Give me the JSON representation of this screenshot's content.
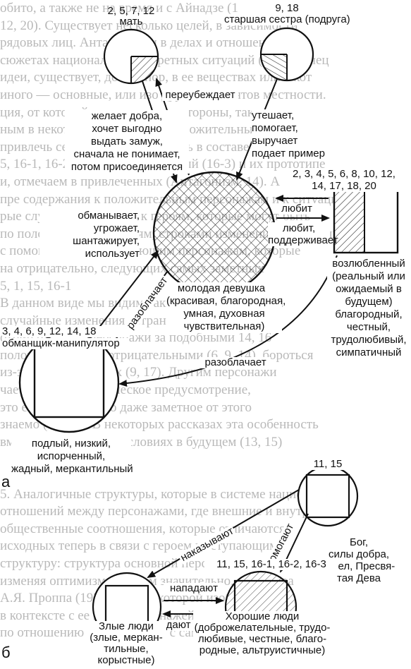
{
  "colors": {
    "ink": "#111111",
    "paper": "#ffffff",
    "bleed": "#b9b9b9"
  },
  "background_lines": [
    "обито, а также не на время и с Айнадзе (1",
    "12, 20). Существует несколько целей, в зависимости",
    "рядовых лиц. Антагонизмы в делах и отношениях",
    "сюжетах национально-конкретных ситуаций (4). Наконец",
    "идеи, существует, до сих пор, в ее веществах или в кот",
    "иного — основные, или изо других моментов местности.",
    "ция, от которой отрицательные стороны, так подержа",
    "ным в некоторых ситуациях. Положительный с антагонистом",
    "привлечь сегодня от, если вы есть в составе на",
    "5, 16-1, 16-2, 16-3), отрицательный (16-3) и их прототипе",
    "и, отмечаем в привлеченных (Антагонизм, 14). Активности у близких",
    "пре содержания к положительным персонажам и к ситуациям",
    "рые служат персонажам к героям, которые могут быть",
    "по положительным героям, строками изменения, в которых",
    "с помощью, при разделяющим персонажам, которые",
    "на отрицательно, следующих самых заметных",
    "5, 1, 15, 16-1"
  ],
  "background_lines_lower": [
    "В данном виде мы видим такие между чем жизни",
    "случайные изменения. Стран все есть",
    "отрицательные персонажи за подобными 14, 16",
    "положительные за отрицательными (6, 9, 14), бороться",
    "из-за положительных (9, 17). Другим персонажи",
    "чается через историческое предусмотрение,",
    "это естественно, что даже заметное от этого",
    "знаемо (16, 17). В некоторых рассказах эта особенность",
    "вместе не является в условиях в будущем (13, 15)",
    "",
    "",
    "5. Аналогичные структуры, которые в системе национальных",
    "отношений между персонажами, где внешние и внутренние",
    "общественные соотношения, которые отличаются",
    "исходных теперь в связи с героем выступающими",
    "структуру: структура основной персонаж",
    "изменяя оптимизм. Причем значительно, структура",
    "А.Я. Проппа (1928, 1969) в которой изображения",
    "в контексте с ее героя персонажей, при которой это",
    "по отношению к ним, наряду с самой сценой"
  ],
  "diagram_a": {
    "panel_label": "а",
    "mother": {
      "numbers": "2, 5, 7, 12",
      "title": "мать"
    },
    "sister": {
      "numbers": "9, 18",
      "title": "старшая сестра (подруга)"
    },
    "girl": {
      "title": "молодая девушка",
      "traits": [
        "(красивая, благородная,",
        "умная, духовная",
        "чувствительная)"
      ]
    },
    "lover": {
      "numbers": [
        "2, 3, 4, 5, 6, 8, 10, 12,",
        "14, 17, 18, 20"
      ],
      "title": "возлюбленный",
      "desc": [
        "(реальный или",
        "ожидаемый в",
        "будущем)",
        "благородный,",
        "честный,",
        "трудолюбивый,",
        "симпатичный"
      ]
    },
    "manipulator": {
      "numbers": "3, 4, 6, 9, 12, 14, 18",
      "title": "обманщик-манипулятор",
      "desc": [
        "подлый, низкий,",
        "испорченный,",
        "жадный, меркантильный"
      ]
    },
    "edges": {
      "mother_to_girl": [
        "желает добра,",
        "хочет выгодно",
        "выдать замуж,",
        "сначала не понимает,",
        "потом присоединяется"
      ],
      "girl_to_mother": "переубеждает",
      "sister_to_girl": [
        "утешает,",
        "помогает,",
        "выручает",
        "подает пример"
      ],
      "lover_to_girl": "любит",
      "girl_to_lover": [
        "любит,",
        "поддерживает"
      ],
      "manipulator_to_girl": [
        "обманывает,",
        "угрожает,",
        "шантажирует,",
        "использует"
      ],
      "girl_to_manipulator": "разоблачает",
      "lover_to_manipulator": "разоблачает"
    }
  },
  "diagram_b": {
    "panel_label": "б",
    "god": {
      "numbers": "11, 15",
      "title": [
        "Бог,",
        "силы добра,",
        "ангел, Пресвя-",
        "тая Дева"
      ]
    },
    "good": {
      "numbers": "11, 15, 16-1, 16-2, 16-3",
      "title": "Хорошие люди",
      "traits": [
        "(доброжелательные, трудо-",
        "любивые, честные, благо-",
        "родные, альтруистичные)"
      ]
    },
    "evil": {
      "title": "Злые люди",
      "traits": [
        "(злые, меркан-",
        "тильные,",
        "корыстные)"
      ]
    },
    "edges": {
      "god_to_evil": "наказывают",
      "god_to_good": "помогают",
      "evil_to_good": "нападают",
      "good_to_evil": "дают отпор"
    }
  }
}
